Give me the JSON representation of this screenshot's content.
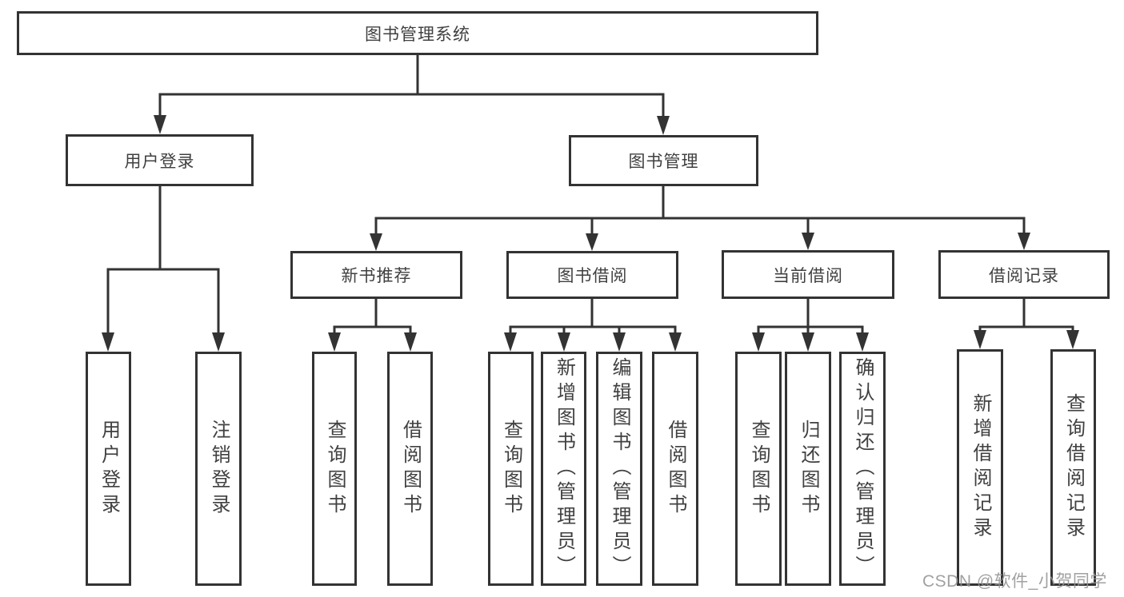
{
  "diagram_title": "图书管理系统",
  "tree": {
    "root": {
      "label": "图书管理系统",
      "children": [
        {
          "label": "用户登录",
          "children": [
            {
              "label": "用户登录"
            },
            {
              "label": "注销登录"
            }
          ]
        },
        {
          "label": "图书管理",
          "children": [
            {
              "label": "新书推荐",
              "children": [
                {
                  "label": "查询图书"
                },
                {
                  "label": "借阅图书"
                }
              ]
            },
            {
              "label": "图书借阅",
              "children": [
                {
                  "label": "查询图书"
                },
                {
                  "label": "新增图书（管理员）"
                },
                {
                  "label": "编辑图书（管理员）"
                },
                {
                  "label": "借阅图书"
                }
              ]
            },
            {
              "label": "当前借阅",
              "children": [
                {
                  "label": "查询图书"
                },
                {
                  "label": "归还图书"
                },
                {
                  "label": "确认归还（管理员）"
                }
              ]
            },
            {
              "label": "借阅记录",
              "children": [
                {
                  "label": "新增借阅记录"
                },
                {
                  "label": "查询借阅记录"
                }
              ]
            }
          ]
        }
      ]
    }
  },
  "watermark": {
    "text": "CSDN @软件_小贺同学"
  },
  "colors": {
    "line": "#333333",
    "text": "#404040",
    "background": "#ffffff",
    "watermark": "#949494"
  }
}
